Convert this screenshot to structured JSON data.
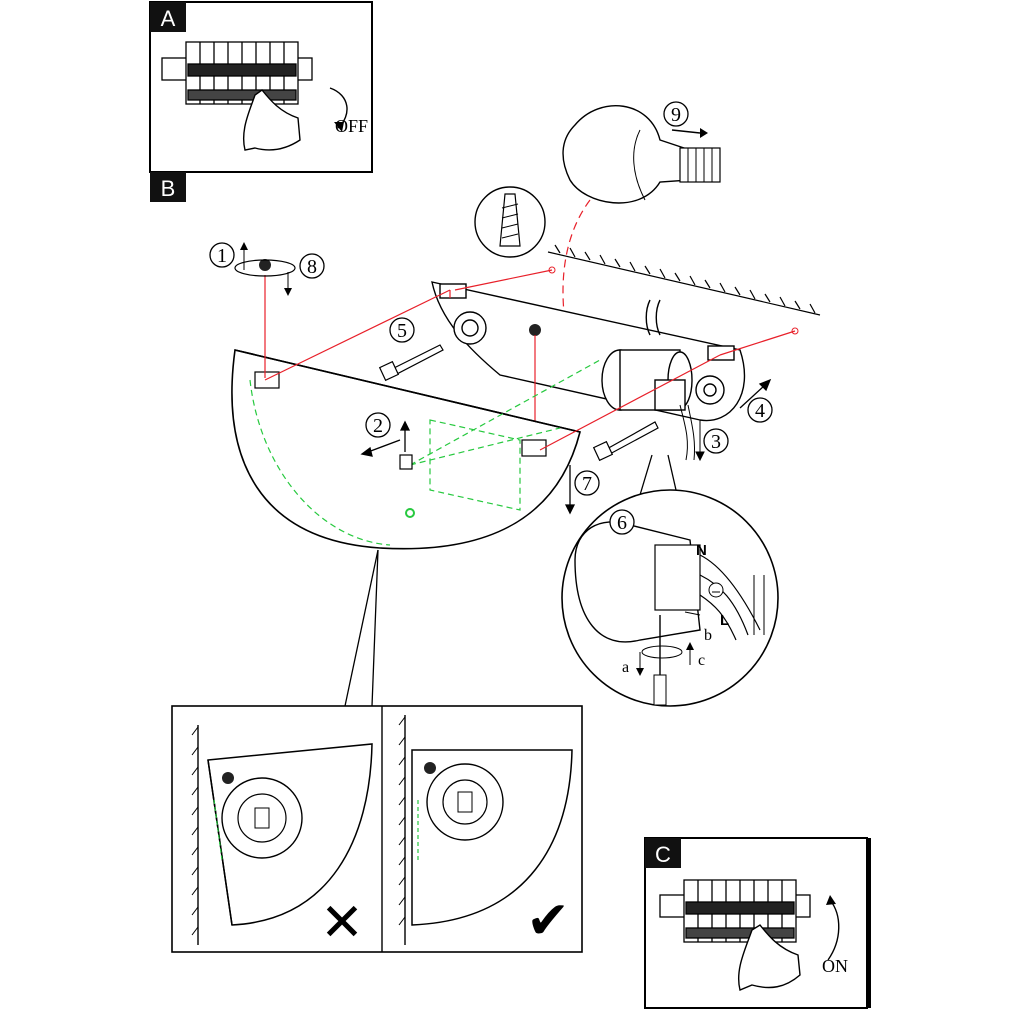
{
  "panels": {
    "a": {
      "label": "A",
      "action": "OFF"
    },
    "b": {
      "label": "B"
    },
    "c": {
      "label": "C",
      "action": "ON"
    }
  },
  "steps": [
    "1",
    "2",
    "3",
    "4",
    "5",
    "6",
    "7",
    "8",
    "9"
  ],
  "detail": {
    "neutral": "N",
    "live": "L",
    "sub_a": "a",
    "sub_b": "b",
    "sub_c": "c"
  },
  "comparison": {
    "wrong_mark": "✕",
    "right_mark": "✔"
  },
  "colors": {
    "mounting_line": "#e8202a",
    "hidden_line": "#27c93f",
    "ink": "#000000"
  }
}
